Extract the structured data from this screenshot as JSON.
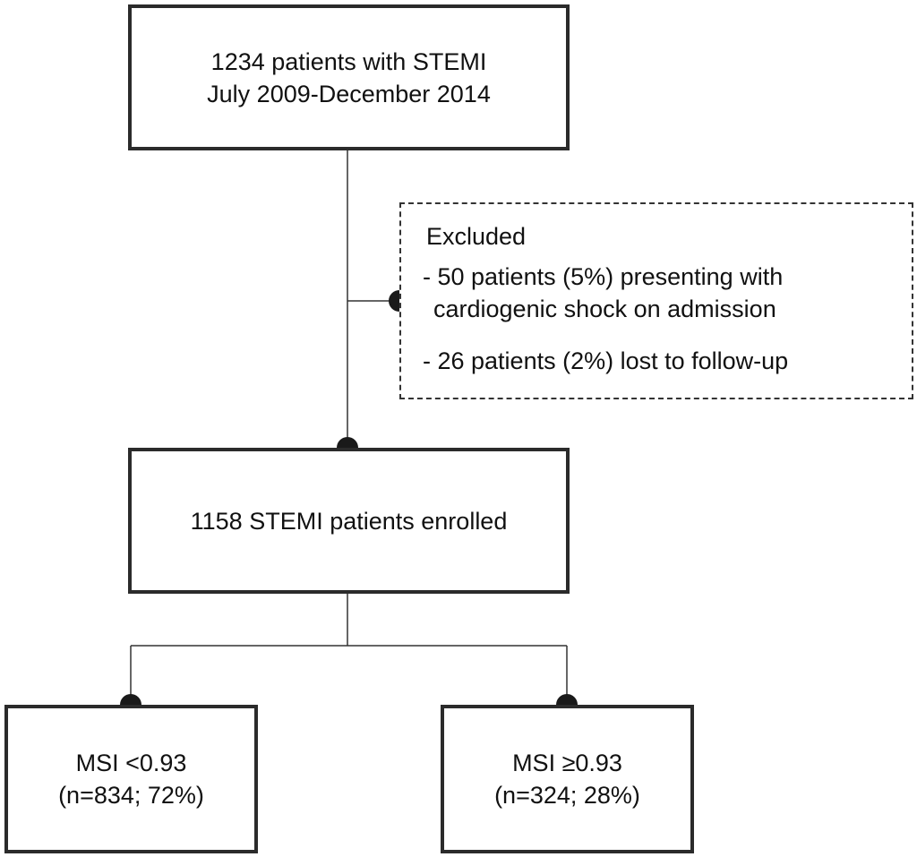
{
  "flow": {
    "top": {
      "line1": "1234 patients with STEMI",
      "line2": "July 2009-December 2014"
    },
    "excluded": {
      "title": "Excluded",
      "item1_line1": "- 50 patients (5%) presenting with",
      "item1_line2": "cardiogenic shock on admission",
      "item2": "- 26 patients (2%) lost to follow-up"
    },
    "enrolled": "1158 STEMI patients enrolled",
    "left": {
      "line1": "MSI <0.93",
      "line2": "(n=834; 72%)"
    },
    "right": {
      "line1": "MSI ≥0.93",
      "line2": "(n=324; 28%)"
    }
  }
}
